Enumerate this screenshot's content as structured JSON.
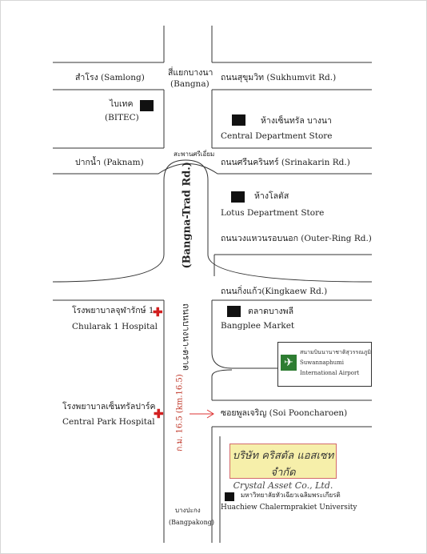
{
  "labels": {
    "samlong": "สำโรง (Samlong)",
    "bangna_th": "สี่แยกบางนา",
    "bangna_en": "(Bangna)",
    "sukhumvit": "ถนนสุขุมวิท (Sukhumvit Rd.)",
    "bitec_th": "ไบเทค",
    "bitec_en": "(BITEC)",
    "central_th": "ห้างเซ็นทรัล บางนา",
    "central_en": "Central Department Store",
    "interchange": "สะพานศรีเอี่ยม",
    "paknam": "ปากน้ำ (Paknam)",
    "srinakarin": "ถนนศรีนครินทร์ (Srinakarin Rd.)",
    "lotus_th": "ห้างโลตัส",
    "lotus_en": "Lotus Department Store",
    "outer_ring": "ถนนวงแหวนรอบนอก (Outer-Ring Rd.)",
    "bangna_trad": "(Bangna-Trad Rd.)",
    "kingkaew": "ถนนกิ่งแก้ว(Kingkaew Rd.)",
    "chularak_th": "โรงพยาบาลจุฬารักษ์ 1",
    "chularak_en": "Chularak 1 Hospital",
    "bangna_trad_th": "ถนนบางนา-ตราด",
    "bangplee_th": "ตลาดบางพลี",
    "bangplee_en": "Bangplee Market",
    "airport_th": "สนามบินนานาชาติสุวรรณภูมิ",
    "airport_en1": "Suwannaphumi",
    "airport_en2": "International Airport",
    "km": "ก.ม. 16.5 (km.16.5)",
    "centralpark_th": "โรงพยาบาลเซ็นทรัลปาร์ค",
    "centralpark_en": "Central Park Hospital",
    "pooncharoen": "ซอยพูลเจริญ (Soi Pooncharoen)",
    "company_th": "บริษัท คริสตัล แอสเซท จำกัด",
    "company_en": "Crystal Asset Co., Ltd.",
    "huachiew_th": "มหาวิทยาลัยหัวเฉียวเฉลิมพระเกียรติ",
    "huachiew_en": "Huachiew Chalermprakiet University",
    "bangpakong_th": "บางปะกง",
    "bangpakong_en": "(Bangpakong)"
  },
  "icons": {
    "hospital": "✚",
    "plane": "✈"
  }
}
